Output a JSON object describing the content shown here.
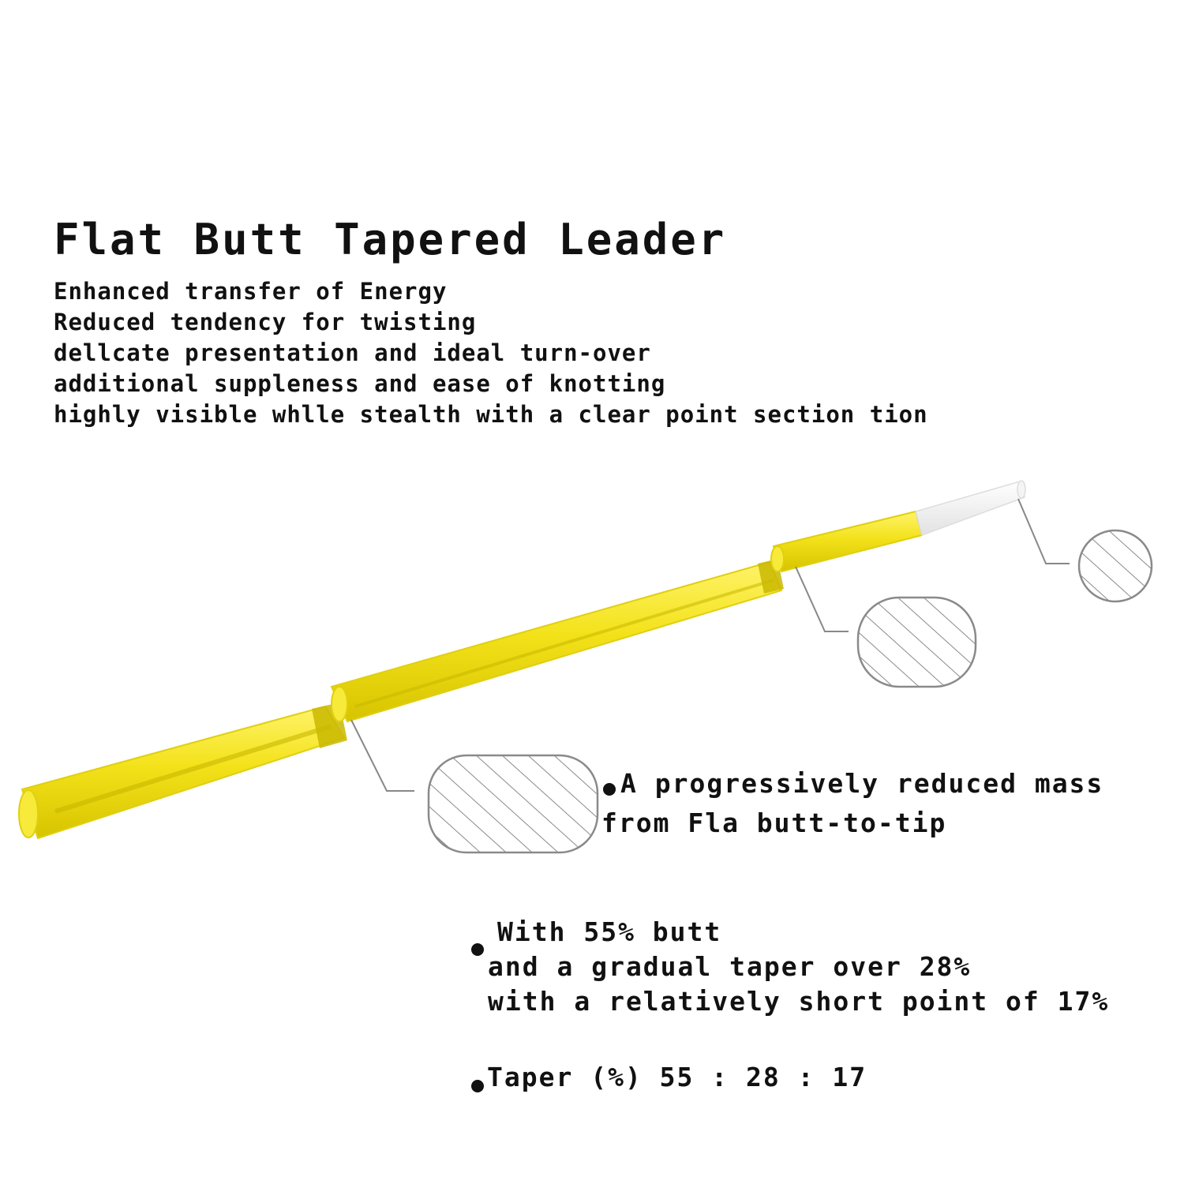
{
  "title": "Flat Butt Tapered Leader",
  "features": [
    "Enhanced transfer of Energy",
    "Reduced tendency for twisting",
    "dellcate presentation and ideal turn-over",
    "additional suppleness and ease of knotting",
    "highly visible whlle stealth with a clear point section tion"
  ],
  "notes": {
    "mass": [
      "A progressively reduced mass",
      "from Fla butt-to-tip"
    ],
    "sections": [
      "With 55% butt",
      "and a gradual taper over 28%",
      "with a relatively short point of 17%"
    ],
    "taper": "Taper (%) 55 : 28 : 17"
  },
  "colors": {
    "leader_yellow": "#f3e21a",
    "leader_shadow": "#c9b800",
    "tip_clear": "#eeeeee",
    "hatch": "#8a8a8a"
  },
  "taper_percent": {
    "butt": 55,
    "taper": 28,
    "point": 17
  }
}
